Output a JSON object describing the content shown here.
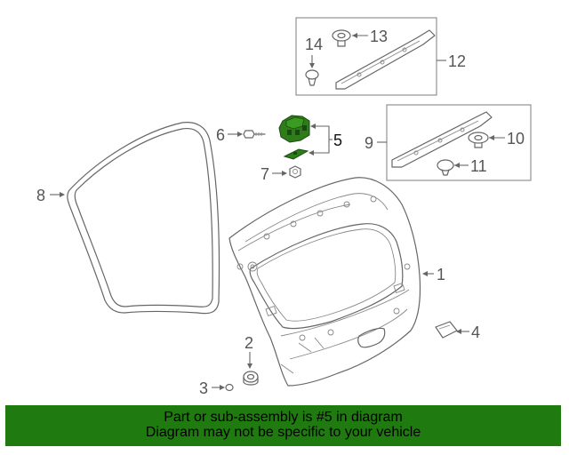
{
  "callouts": {
    "n1": "1",
    "n2": "2",
    "n3": "3",
    "n4": "4",
    "n5": "5",
    "n6": "6",
    "n7": "7",
    "n8": "8",
    "n9": "9",
    "n10": "10",
    "n11": "11",
    "n12": "12",
    "n13": "13",
    "n14": "14"
  },
  "highlight_color": "#2e7d1a",
  "banner": {
    "line1": "Part or sub-assembly is #5 in diagram",
    "line2": "Diagram may not be specific to your vehicle",
    "background": "#1f7a0f"
  }
}
